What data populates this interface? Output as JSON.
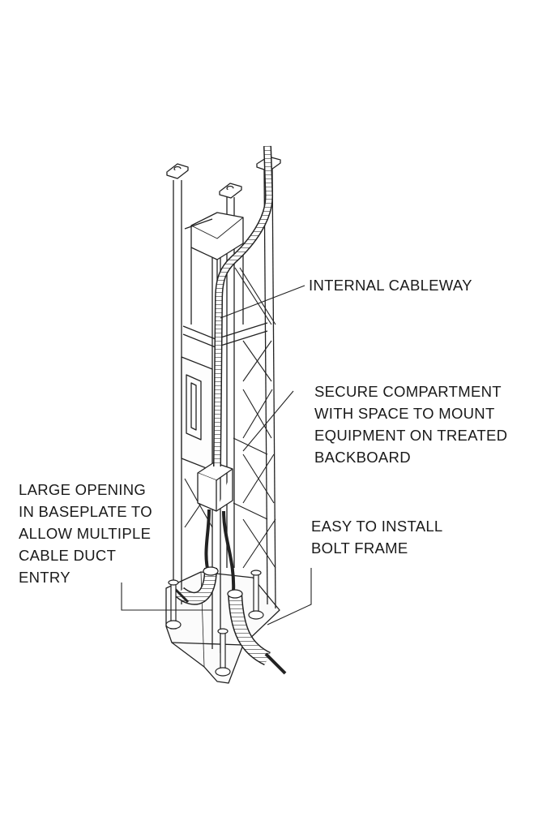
{
  "colors": {
    "ink": "#222222",
    "paper": "#ffffff"
  },
  "callouts": {
    "internal_cableway": {
      "lines": [
        "INTERNAL CABLEWAY"
      ]
    },
    "secure_compartment": {
      "lines": [
        "SECURE COMPARTMENT",
        "WITH SPACE TO MOUNT",
        "EQUIPMENT ON TREATED",
        "BACKBOARD"
      ]
    },
    "large_opening": {
      "lines": [
        "LARGE OPENING",
        "IN BASEPLATE TO",
        "ALLOW MULTIPLE",
        "CABLE DUCT",
        "ENTRY"
      ]
    },
    "bolt_frame": {
      "lines": [
        "EASY TO INSTALL",
        "BOLT FRAME"
      ]
    }
  }
}
